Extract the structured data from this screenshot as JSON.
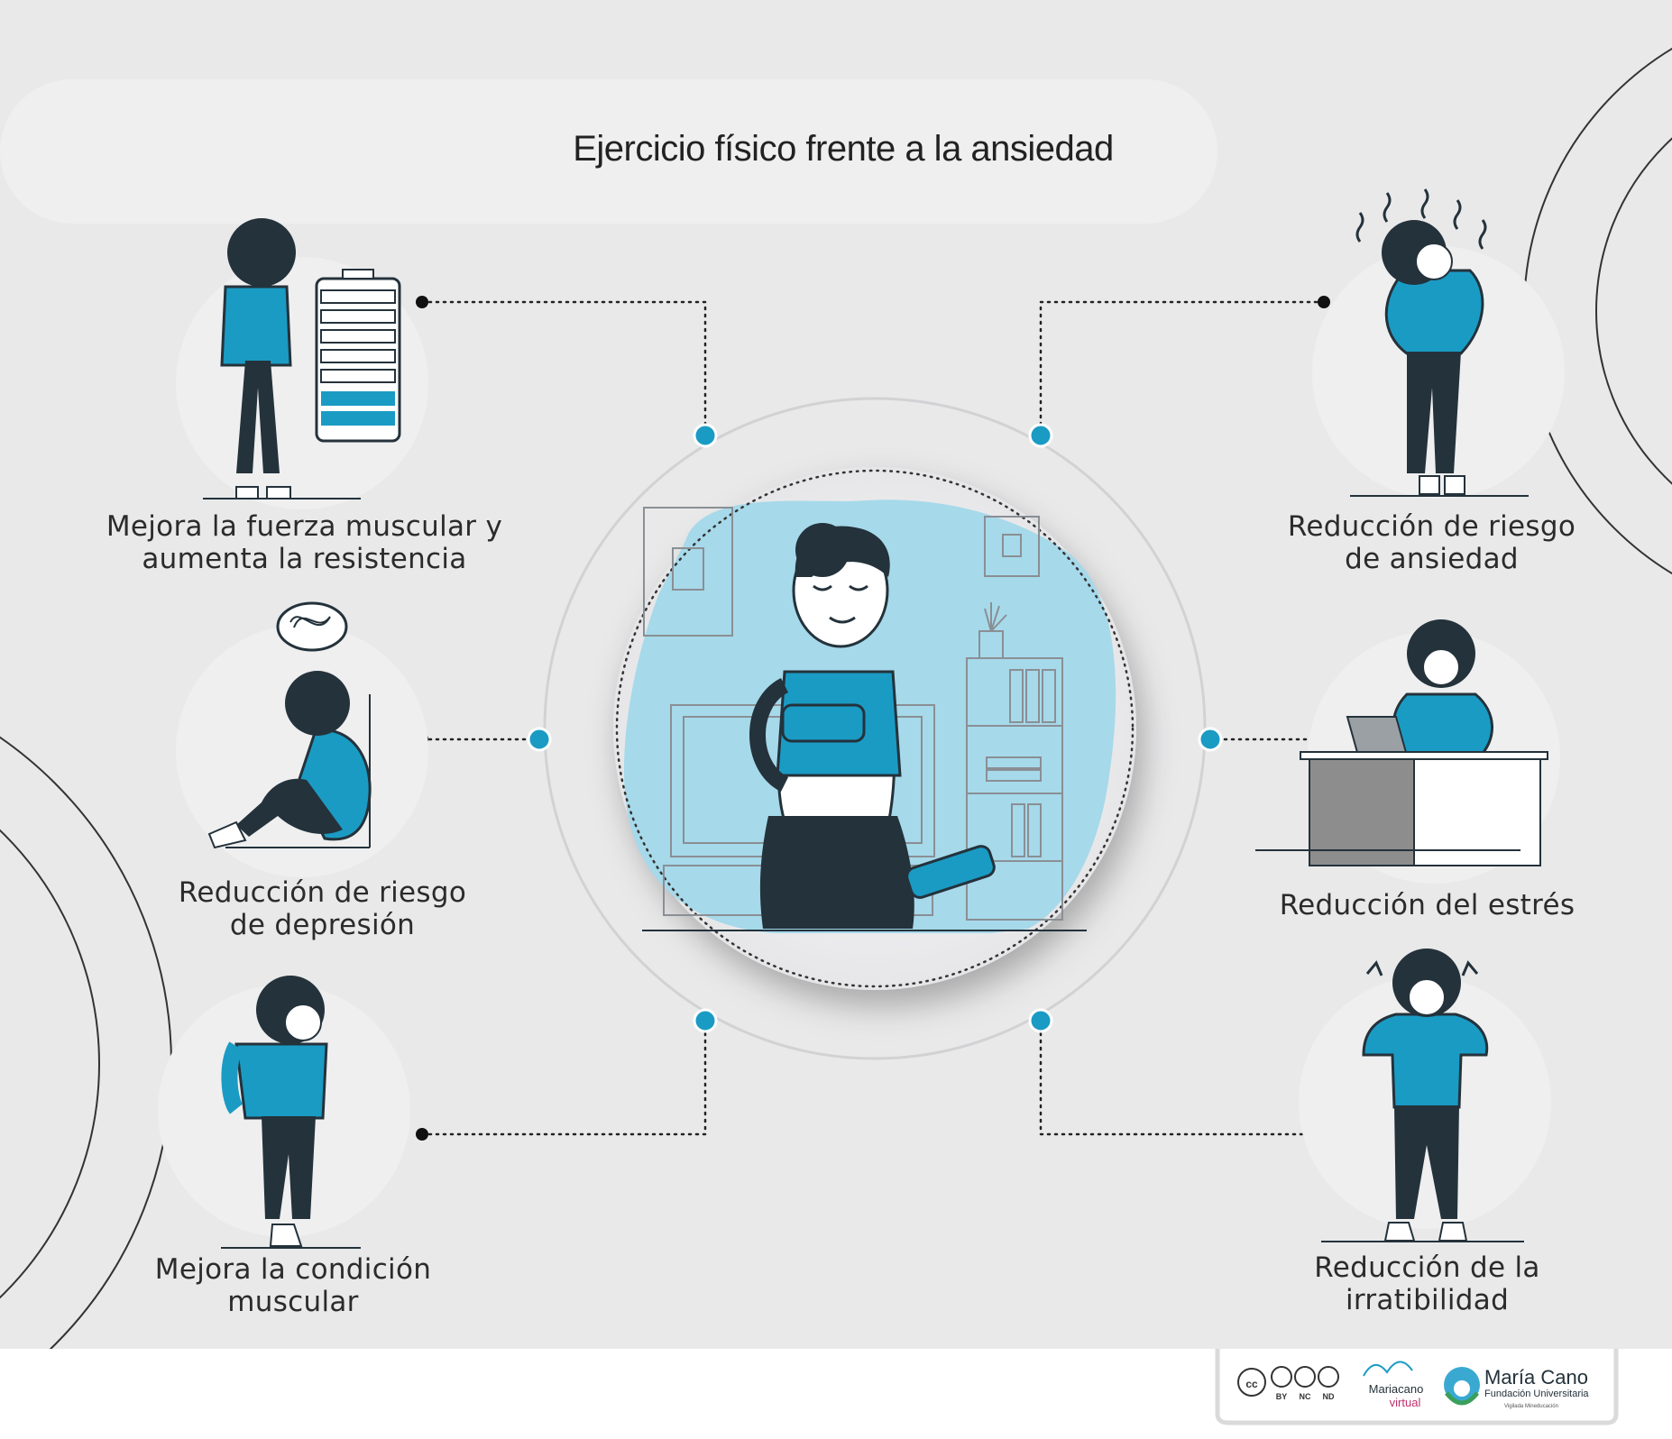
{
  "title": "Ejercicio físico frente a la ansiedad",
  "benefits": {
    "left": [
      {
        "line1": "Mejora la fuerza muscular y",
        "line2": "aumenta la resistencia"
      },
      {
        "line1": "Reducción de riesgo",
        "line2": "de depresión"
      },
      {
        "line1": "Mejora la condición",
        "line2": "muscular"
      }
    ],
    "right": [
      {
        "line1": "Reducción de riesgo",
        "line2": "de ansiedad"
      },
      {
        "line1": "Reducción del estrés",
        "line2": ""
      },
      {
        "line1": "Reducción de la",
        "line2": "irratibilidad"
      }
    ]
  },
  "license": {
    "by": "BY",
    "nc": "NC",
    "nd": "ND"
  },
  "logos": {
    "virtual_line1": "Mariacano",
    "virtual_line2": "virtual",
    "fundacion_name": "María Cano",
    "fundacion_sub": "Fundación Universitaria",
    "fundacion_tag": "Vigilada Mineducación"
  },
  "colors": {
    "accent": "#1a9bc4",
    "dark": "#24323b",
    "light_blue": "#a6d9ea",
    "background": "#e9e9ea"
  }
}
